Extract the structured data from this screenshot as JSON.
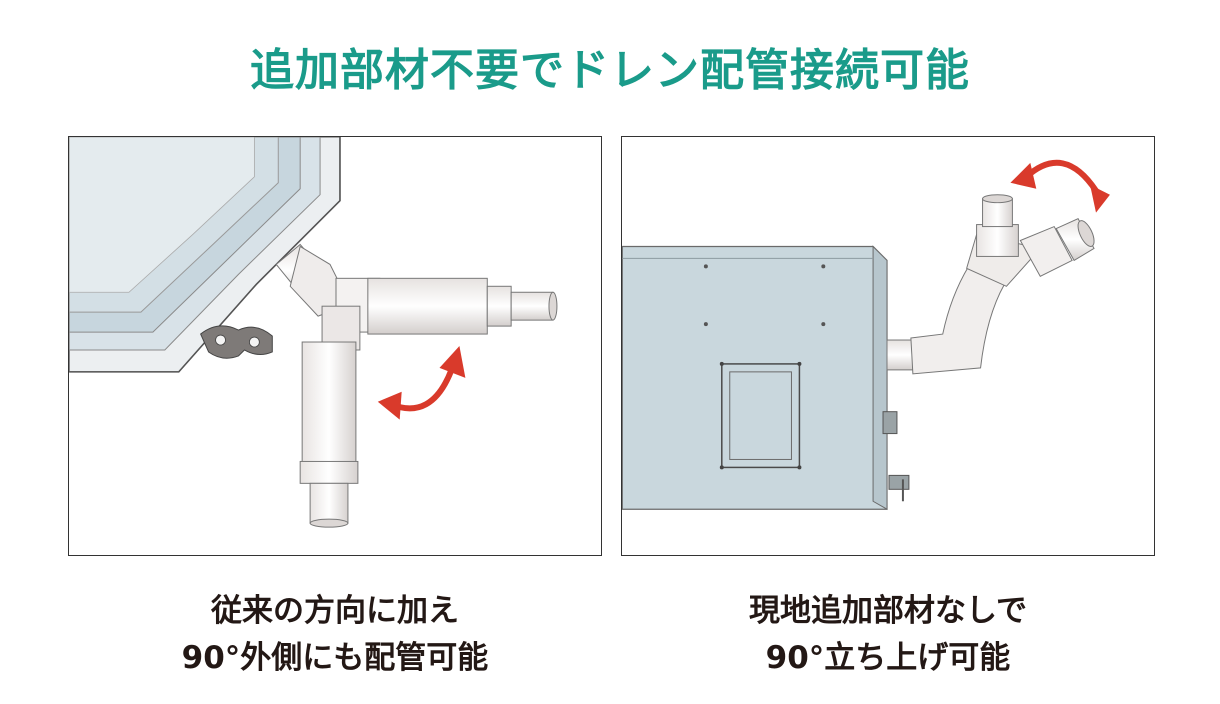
{
  "title": "追加部材不要でドレン配管接続可能",
  "colors": {
    "accent": "#1a9b8a",
    "arrow": "#d93a2b",
    "text": "#231815",
    "unit_panel": "#c9d7dd"
  },
  "left": {
    "caption_line1": "従来の方向に加え",
    "caption_line2": "90°外側にも配管可能"
  },
  "right": {
    "caption_line1": "現地追加部材なしで",
    "caption_line2": "90°立ち上げ可能"
  }
}
